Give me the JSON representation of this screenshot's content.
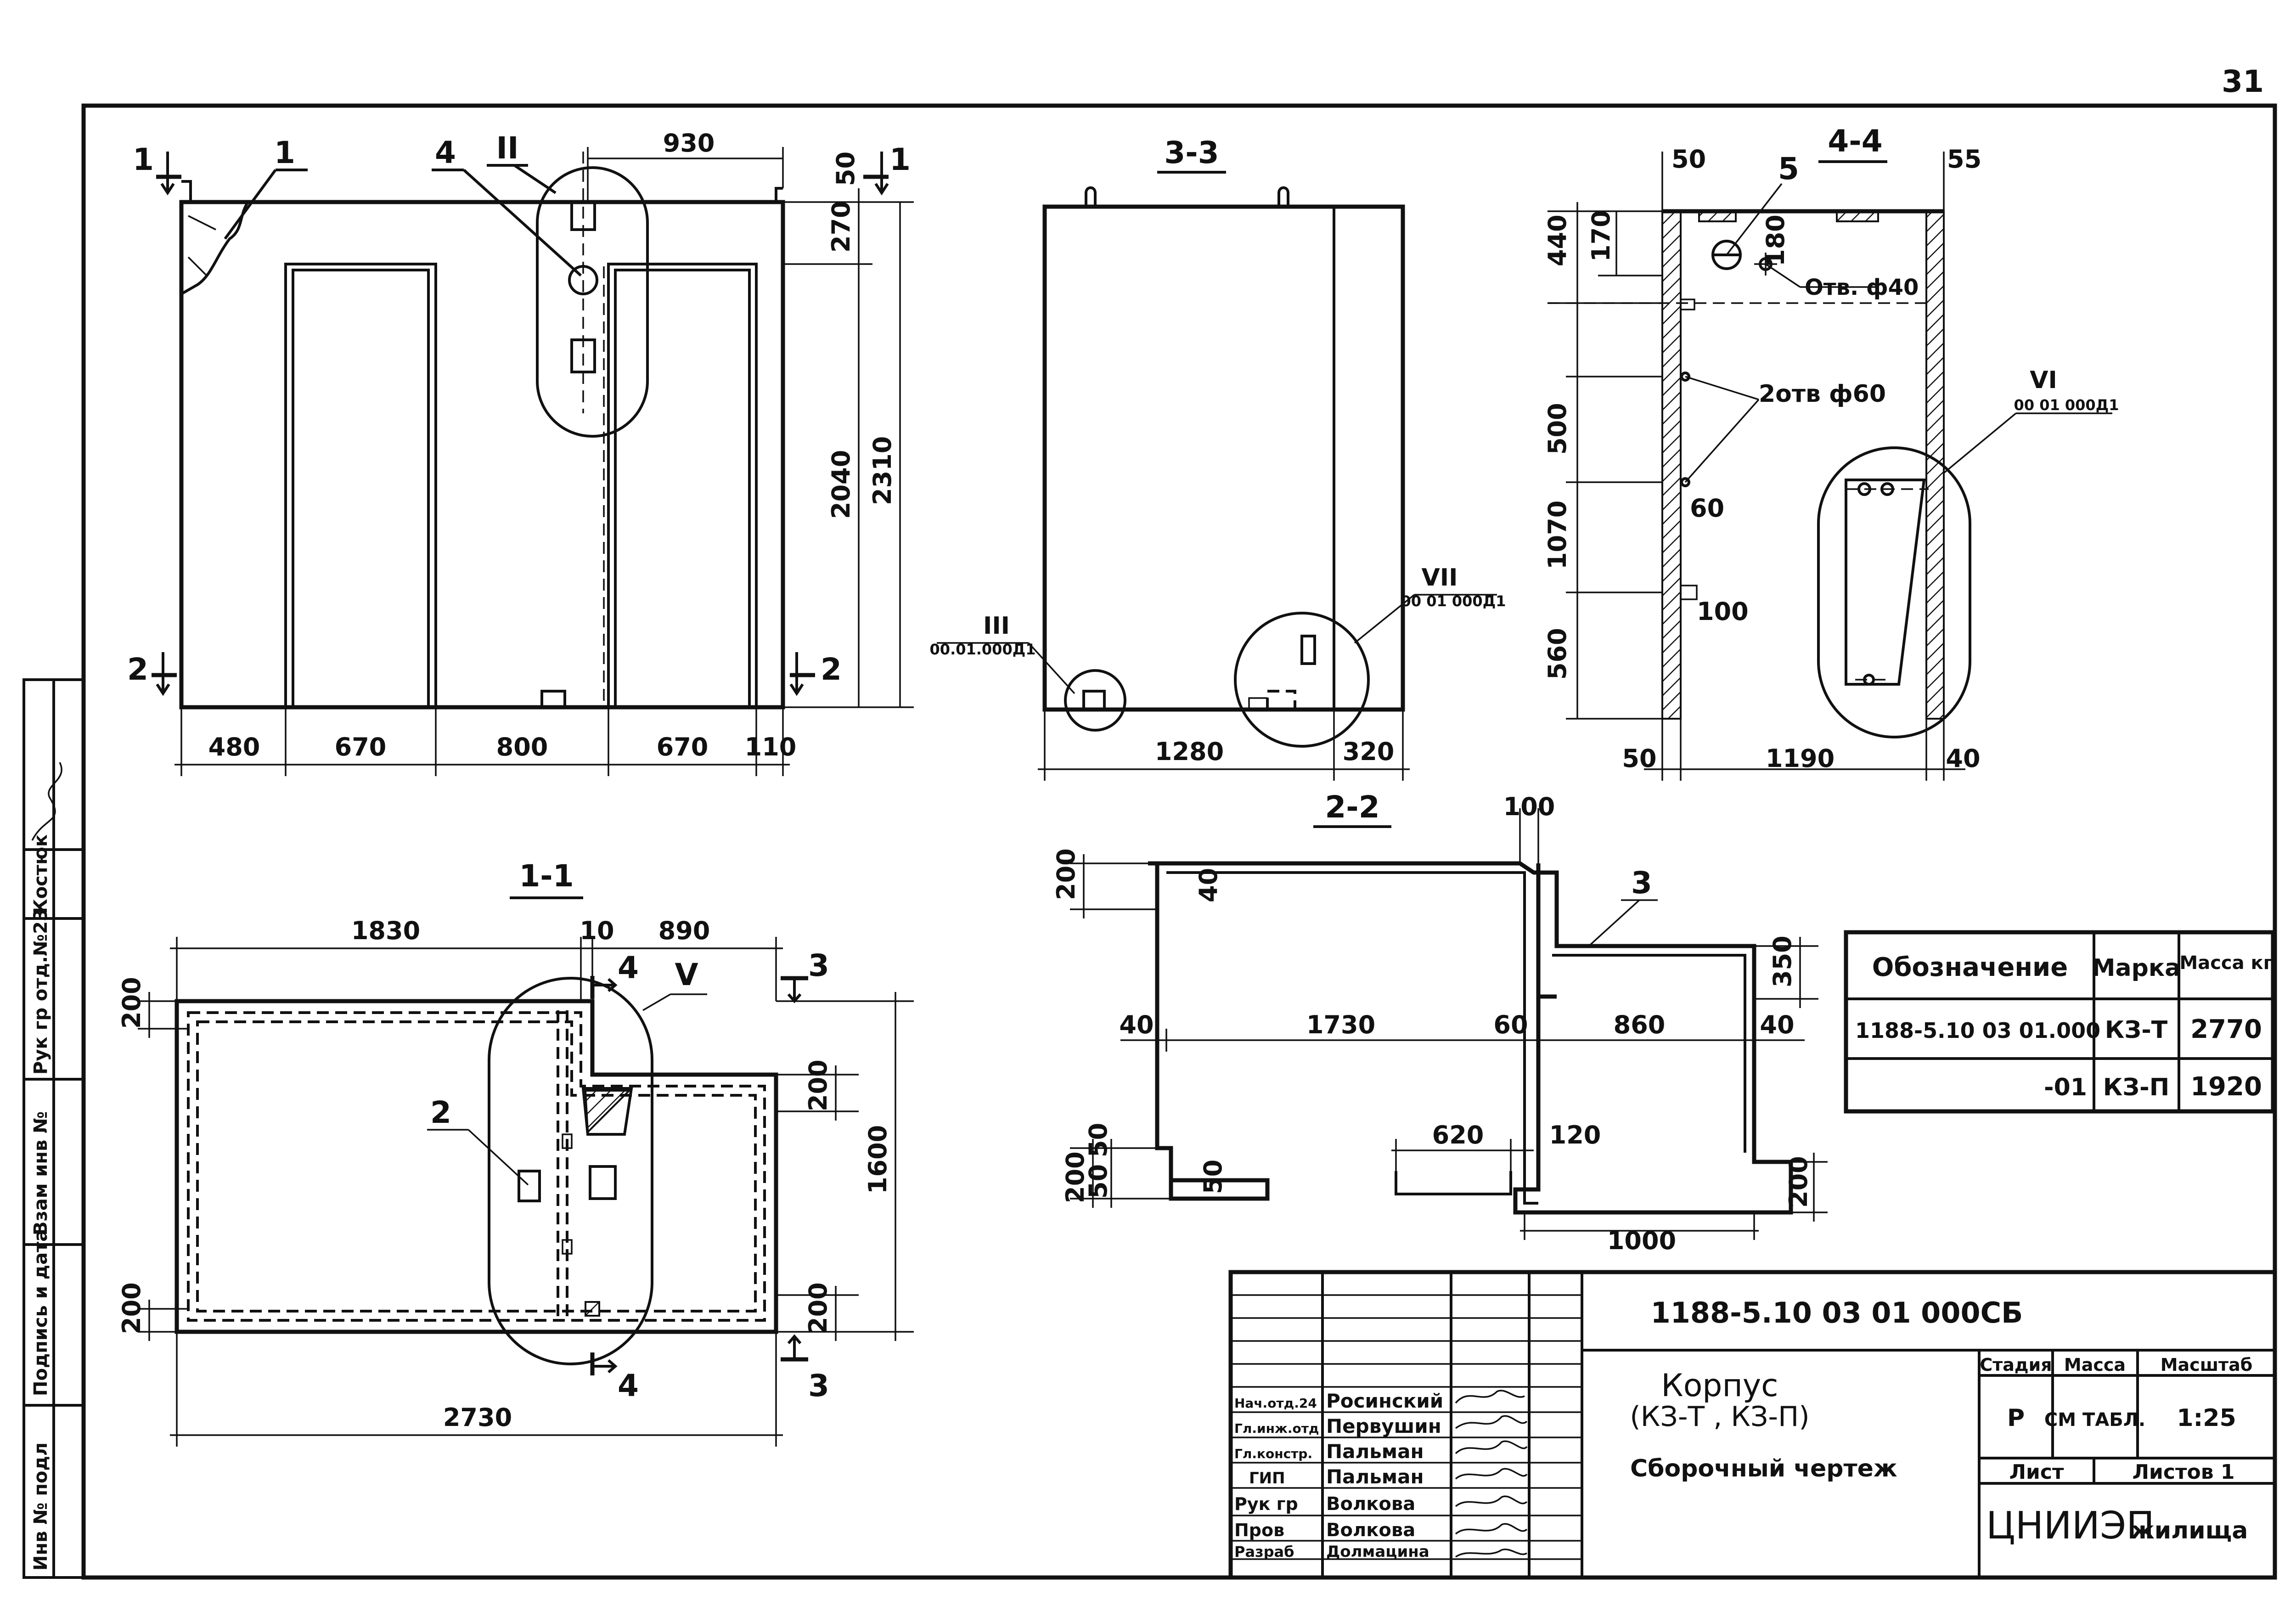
{
  "page_number": "31",
  "views": {
    "elevation": {
      "callouts": [
        "1",
        "4",
        "II"
      ],
      "section_marks": [
        "1",
        "1",
        "2",
        "2"
      ],
      "top_dims": [
        "930",
        "50"
      ],
      "right_dims": [
        "270",
        "2040",
        "2310"
      ],
      "bottom_dims": [
        "480",
        "670",
        "800",
        "670",
        "110"
      ]
    },
    "section_3_3": {
      "title": "3-3",
      "ref_iii": "III",
      "ref_iii_doc": "00.01.000Д1",
      "ref_vii": "VII",
      "ref_vii_doc": "00 01 000Д1",
      "bottom_dims": [
        "1280",
        "320"
      ]
    },
    "section_4_4": {
      "title": "4-4",
      "callout": "5",
      "top_dims": [
        "50",
        "55"
      ],
      "left_dims": [
        "440",
        "170",
        "500",
        "1070",
        "560"
      ],
      "inner_dims": [
        "180",
        "60",
        "100"
      ],
      "holes_small": "Отв. ф40",
      "holes_large": "2отв ф60",
      "ref_vi": "VI",
      "ref_vi_doc": "00 01 000Д1",
      "bottom_dims": [
        "50",
        "1190",
        "40"
      ]
    },
    "section_1_1": {
      "title": "1-1",
      "callout": "2",
      "ref_v": "V",
      "section_marks": [
        "4",
        "3",
        "3",
        "4"
      ],
      "top_dims": [
        "1830",
        "10",
        "890"
      ],
      "left_dims": [
        "200",
        "200"
      ],
      "right_dims": [
        "200",
        "1600",
        "200"
      ],
      "bottom_dim": "2730"
    },
    "section_2_2": {
      "title": "2-2",
      "callout": "3",
      "dims": [
        "100",
        "200",
        "40",
        "350",
        "40",
        "1730",
        "60",
        "860",
        "40",
        "620",
        "120",
        "200",
        "50",
        "50",
        "50",
        "200",
        "1000"
      ]
    }
  },
  "spec_table": {
    "headers": [
      "Обозначение",
      "Марка",
      "Масса кг"
    ],
    "rows": [
      [
        "1188-5.10  03 01.000",
        "КЗ-Т",
        "2770"
      ],
      [
        "-01",
        "КЗ-П",
        "1920"
      ]
    ]
  },
  "title_block": {
    "doc_code": "1188-5.10     03 01 000СБ",
    "title_line1": "Корпус",
    "title_line2": "(КЗ-Т , КЗ-П)",
    "subtitle": "Сборочный   чертеж",
    "stage_header": "Стадия",
    "mass_header": "Масса",
    "scale_header": "Масштаб",
    "stage": "Р",
    "mass": "СМ ТАБЛ.",
    "scale": "1:25",
    "sheet_label": "Лист",
    "sheets_label": "Листов 1",
    "org": "ЦНИИЭП",
    "org_suffix": "жилища",
    "staff": [
      [
        "Нач.отд.24",
        "Росинский"
      ],
      [
        "Гл.инж.отд",
        "Первушин"
      ],
      [
        "Гл.констр.",
        "Пальман"
      ],
      [
        "ГИП",
        "Пальман"
      ],
      [
        "Рук гр",
        "Волкова"
      ],
      [
        "Пров",
        "Волкова"
      ],
      [
        "Разраб",
        "Долмацина"
      ]
    ]
  },
  "side_stamp": [
    "Инв № подл",
    "Подпись и дата",
    "Взам инв №",
    "Рук гр отд.№23",
    "Костюк"
  ]
}
